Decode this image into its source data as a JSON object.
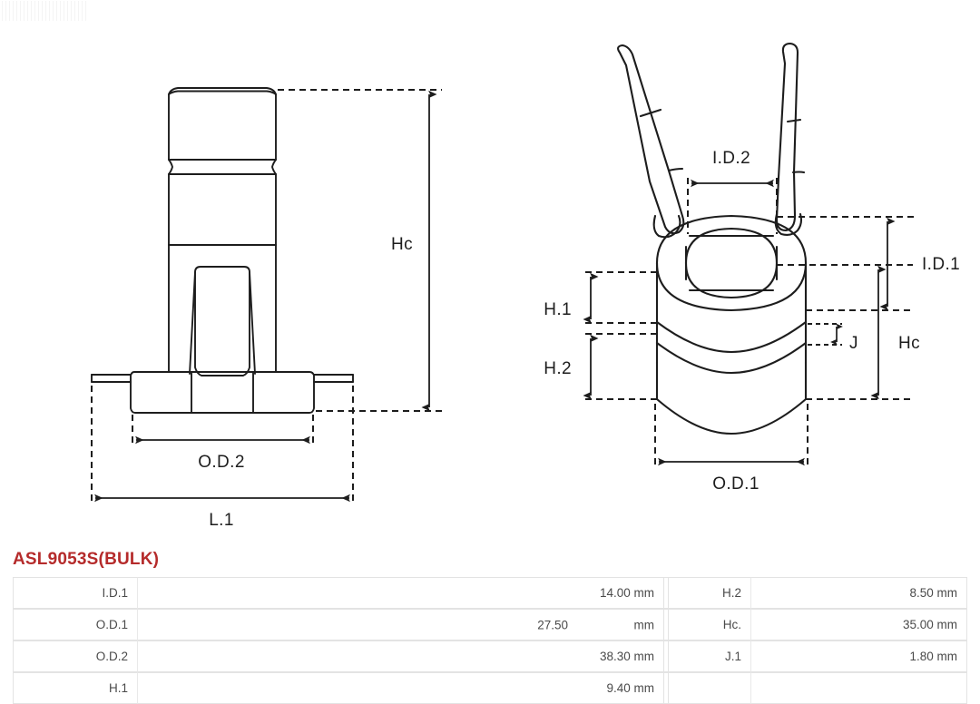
{
  "part": {
    "number": "ASL9053S(BULK)"
  },
  "drawings": {
    "left_view": {
      "name": "side-elevation-view",
      "dimension_labels": [
        "Hc",
        "O.D.2",
        "L.1"
      ]
    },
    "right_view": {
      "name": "slip-ring-isometric-view",
      "dimension_labels": [
        "I.D.2",
        "I.D.1",
        "H.1",
        "H.2",
        "J",
        "Hc",
        "O.D.1"
      ]
    },
    "labels": {
      "hc_left": "Hc",
      "od2": "O.D.2",
      "l1": "L.1",
      "id2": "I.D.2",
      "id1": "I.D.1",
      "h1": "H.1",
      "h2": "H.2",
      "j": "J",
      "hc_right": "Hc",
      "od1": "O.D.1"
    }
  },
  "spec_table": {
    "rows": [
      {
        "left_label": "I.D.1",
        "left_value": "14.00 mm",
        "left_split": false,
        "left_number": "",
        "left_unit": "",
        "right_label": "H.2",
        "right_value": "8.50 mm"
      },
      {
        "left_label": "O.D.1",
        "left_value": "",
        "left_split": true,
        "left_number": "27.50",
        "left_unit": "mm",
        "right_label": "Hc.",
        "right_value": "35.00 mm"
      },
      {
        "left_label": "O.D.2",
        "left_value": "38.30 mm",
        "left_split": false,
        "left_number": "",
        "left_unit": "",
        "right_label": "J.1",
        "right_value": "1.80 mm"
      },
      {
        "left_label": "H.1",
        "left_value": "9.40 mm",
        "left_split": false,
        "left_number": "",
        "left_unit": "",
        "right_label": "",
        "right_value": ""
      }
    ]
  },
  "colors": {
    "part_number": "#b52b2b",
    "label_cell_bg": "#dddddd",
    "border": "#e3e3e3",
    "line": "#1d1d1d"
  }
}
